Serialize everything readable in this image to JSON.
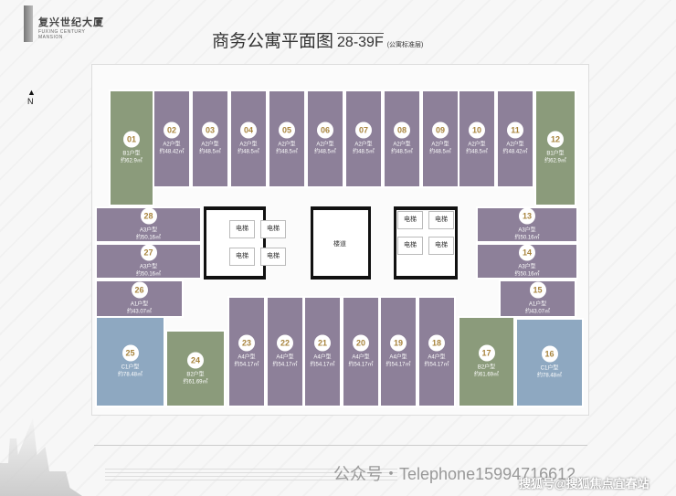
{
  "brand": {
    "name_cn": "复兴世纪大厦",
    "name_en": "FUXING CENTURY MANSION"
  },
  "title": {
    "main": "商务公寓平面图",
    "floors": "28-39F",
    "note": "(公寓标准层)"
  },
  "compass": "N",
  "core": {
    "elevator": "电梯",
    "stair": "楼道"
  },
  "units": [
    {
      "no": "01",
      "type": "B1户型",
      "area": "约62.9㎡",
      "color": "green"
    },
    {
      "no": "02",
      "type": "A2户型",
      "area": "约48.42㎡",
      "color": "purple"
    },
    {
      "no": "03",
      "type": "A2户型",
      "area": "约48.5㎡",
      "color": "purple"
    },
    {
      "no": "04",
      "type": "A2户型",
      "area": "约48.5㎡",
      "color": "purple"
    },
    {
      "no": "05",
      "type": "A2户型",
      "area": "约48.5㎡",
      "color": "purple"
    },
    {
      "no": "06",
      "type": "A2户型",
      "area": "约48.5㎡",
      "color": "purple"
    },
    {
      "no": "07",
      "type": "A2户型",
      "area": "约48.5㎡",
      "color": "purple"
    },
    {
      "no": "08",
      "type": "A2户型",
      "area": "约48.5㎡",
      "color": "purple"
    },
    {
      "no": "09",
      "type": "A2户型",
      "area": "约48.5㎡",
      "color": "purple"
    },
    {
      "no": "10",
      "type": "A2户型",
      "area": "约48.5㎡",
      "color": "purple"
    },
    {
      "no": "11",
      "type": "A2户型",
      "area": "约48.42㎡",
      "color": "purple"
    },
    {
      "no": "12",
      "type": "B1户型",
      "area": "约62.9㎡",
      "color": "green"
    },
    {
      "no": "13",
      "type": "A3户型",
      "area": "约50.16㎡",
      "color": "purple"
    },
    {
      "no": "14",
      "type": "A3户型",
      "area": "约50.16㎡",
      "color": "purple"
    },
    {
      "no": "15",
      "type": "A1户型",
      "area": "约43.07㎡",
      "color": "purple"
    },
    {
      "no": "16",
      "type": "C1户型",
      "area": "约78.48㎡",
      "color": "blue"
    },
    {
      "no": "17",
      "type": "B2户型",
      "area": "约61.69㎡",
      "color": "green"
    },
    {
      "no": "18",
      "type": "A4户型",
      "area": "约54.17㎡",
      "color": "purple"
    },
    {
      "no": "19",
      "type": "A4户型",
      "area": "约54.17㎡",
      "color": "purple"
    },
    {
      "no": "20",
      "type": "A4户型",
      "area": "约54.17㎡",
      "color": "purple"
    },
    {
      "no": "21",
      "type": "A4户型",
      "area": "约54.17㎡",
      "color": "purple"
    },
    {
      "no": "22",
      "type": "A4户型",
      "area": "约54.17㎡",
      "color": "purple"
    },
    {
      "no": "23",
      "type": "A4户型",
      "area": "约54.17㎡",
      "color": "purple"
    },
    {
      "no": "24",
      "type": "B2户型",
      "area": "约61.69㎡",
      "color": "green"
    },
    {
      "no": "25",
      "type": "C1户型",
      "area": "约78.48㎡",
      "color": "blue"
    },
    {
      "no": "26",
      "type": "A1户型",
      "area": "约43.07㎡",
      "color": "purple"
    },
    {
      "no": "27",
      "type": "A3户型",
      "area": "约50.16㎡",
      "color": "purple"
    },
    {
      "no": "28",
      "type": "A3户型",
      "area": "约50.16㎡",
      "color": "purple"
    }
  ],
  "watermarks": {
    "wechat": "公众号・Telephone15994716612",
    "sohu": "搜狐号@搜狐焦点宜春站"
  }
}
